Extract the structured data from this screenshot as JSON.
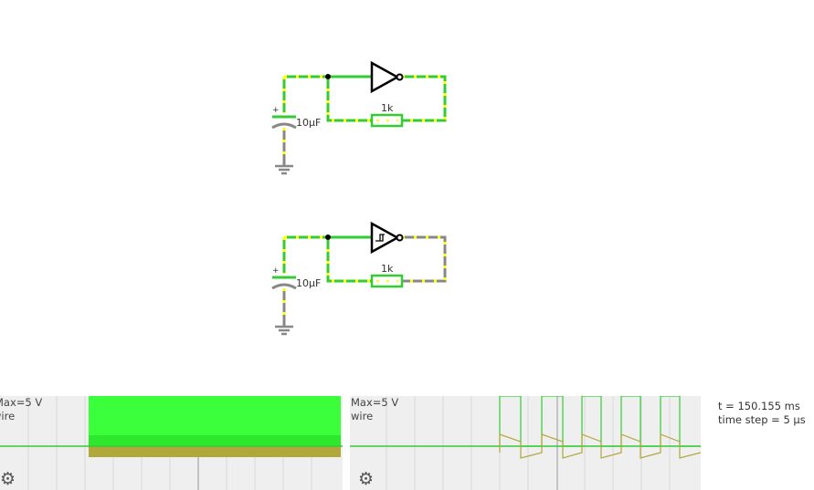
{
  "circuits": [
    {
      "capacitor": {
        "label": "10µF",
        "polarity": "+"
      },
      "resistor": {
        "label": "1k"
      },
      "gate": {
        "type": "inverter"
      }
    },
    {
      "capacitor": {
        "label": "10µF",
        "polarity": "+"
      },
      "resistor": {
        "label": "1k"
      },
      "gate": {
        "type": "schmitt-inverter"
      }
    }
  ],
  "scopes": [
    {
      "max_label": "Max=5 V",
      "signal_label": "wire"
    },
    {
      "max_label": "Max=5 V",
      "signal_label": "wire"
    }
  ],
  "info": {
    "time": "t = 150.155 ms",
    "time_step": "time step = 5 µs"
  },
  "icons": {
    "scope_settings": "gear-icon"
  },
  "colors": {
    "wire_active": "#33cc33",
    "wire_idle": "#888888",
    "current_dots": "#ffff00",
    "scope_trace_voltage": "#33cc33",
    "scope_trace_secondary": "#b0a83a",
    "scope_fill": "#3cff3c"
  }
}
